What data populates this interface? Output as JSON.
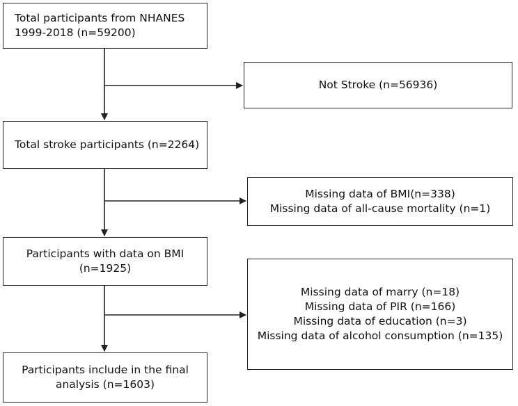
{
  "flowchart": {
    "boxes": {
      "total_participants": [
        "Total participants from NHANES",
        "1999-2018 (n=59200)"
      ],
      "not_stroke": [
        "Not Stroke (n=56936)"
      ],
      "total_stroke": [
        "Total stroke participants (n=2264)"
      ],
      "exclusion_1": [
        "Missing data of BMI(n=338)",
        "Missing data of all-cause mortality (n=1)"
      ],
      "with_bmi": [
        "Participants with data on BMI",
        "(n=1925)"
      ],
      "exclusion_2": [
        "Missing data of marry (n=18)",
        "Missing data of PIR (n=166)",
        "Missing data of education (n=3)",
        "Missing data of alcohol consumption (n=135)"
      ],
      "final": [
        "Participants include in the final",
        "analysis (n=1603)"
      ]
    }
  }
}
